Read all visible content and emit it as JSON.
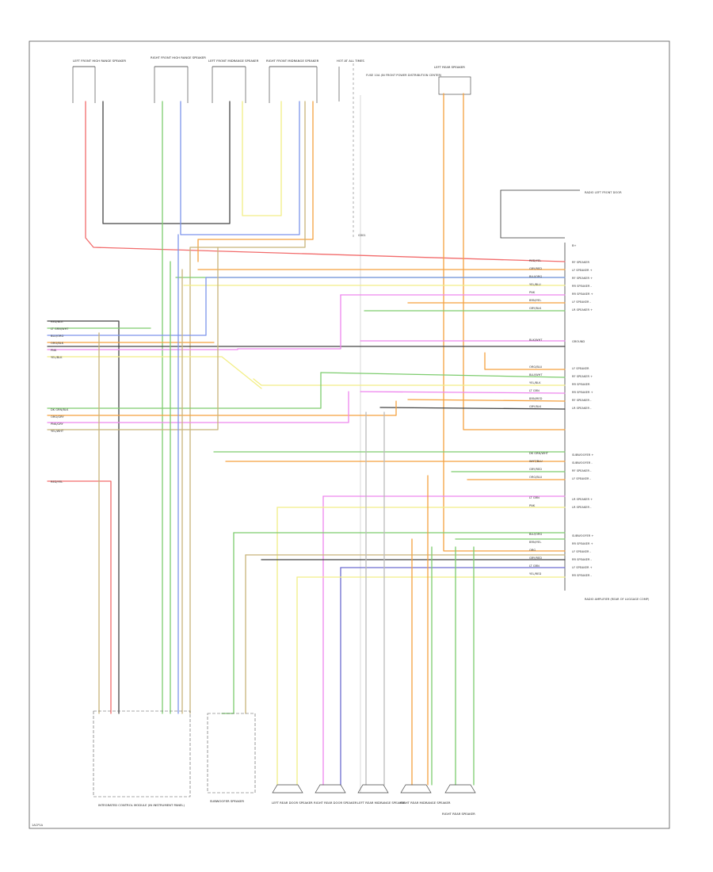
{
  "diagram_id": "1ACP1A",
  "colors": {
    "red": "#f26b6b",
    "orange": "#f5a13f",
    "yellow": "#f2ee86",
    "green": "#7dcc6e",
    "blue": "#7d95ec",
    "pink": "#ee86ee",
    "gray": "#444444",
    "tan": "#c8b47a",
    "violet": "#6c6cd0",
    "light_gray": "#bbbbbb"
  },
  "top_components": [
    "LEFT FRONT HIGH RANGE SPEAKER",
    "RIGHT FRONT HIGH RANGE SPEAKER",
    "LEFT FRONT MIDRANGE SPEAKER",
    "RIGHT FRONT MIDRANGE SPEAKER",
    "HOT AT ALL TIMES",
    "LEFT REAR SPEAKER"
  ],
  "fuse_note": "FUSE 10A (IN FRONT POWER DISTRIBUTION CENTER)",
  "ground_label": "G301",
  "power_label": "RADIO LEFT FRONT DOOR",
  "amplifier": {
    "label": "RADIO AMPLIFIER (REAR OF LUGGAGE COMP)",
    "pins": [
      "B+",
      "RF SPEAKER",
      "LF SPEAKER +",
      "RF SPEAKER +",
      "RR SPEAKER -",
      "RR SPEAKER +",
      "LF SPEAKER -",
      "LR SPEAKER +",
      "GROUND",
      "LF SPEAKER",
      "RF SPEAKER +",
      "RR SPEAKER",
      "RR SPEAKER +",
      "RF SPEAKER -",
      "LR SPEAKER -",
      "SUBWOOFER +",
      "SUBWOOFER -",
      "RF SPEAKER -",
      "LF SPEAKER -",
      "LR SPEAKER +",
      "LR SPEAKER -",
      "SUBWOOFER +",
      "RR SPEAKER +",
      "LF SPEAKER -",
      "RR SPEAKER -",
      "LF SPEAKER +",
      "RR SPEAKER -"
    ]
  },
  "amp_wire_labels": [
    "RED/YEL",
    "GRY/RED",
    "BLU/ORG",
    "YEL/BLU",
    "PNK",
    "BRN/YEL",
    "GRY/BLK",
    "BLK/WHT",
    "ORG/BLU",
    "BLU/WHT",
    "YEL/BLK",
    "LT GRN",
    "BRN/RED",
    "GRY/BLK",
    "DK GRN/WHT",
    "WHT/BLU",
    "GRY/RED",
    "ORG/BLU",
    "LT GRN",
    "PNK",
    "BLU/ORG",
    "BRN/YEL",
    "ORG",
    "GRY/RED",
    "LT GRN",
    "YEL/RED"
  ],
  "left_inputs": [
    "RED/BLK",
    "LT GRN/WHT",
    "BLU/ORG",
    "ORG/BLK",
    "PNK",
    "YEL/BLK",
    "DK GRN/BLK",
    "ORG/GRY",
    "PNK/GRY",
    "YEL/WHT",
    "RED/YEL"
  ],
  "bottom_components": [
    "INTEGRATED CONTROL MODULE (IN INSTRUMENT PANEL)",
    "SUBWOOFER SPEAKER",
    "LEFT REAR DOOR SPEAKER",
    "RIGHT REAR DOOR SPEAKER",
    "LEFT REAR MIDRANGE SPEAKER",
    "RIGHT REAR MIDRANGE SPEAKER",
    "RIGHT REAR SPEAKER"
  ]
}
